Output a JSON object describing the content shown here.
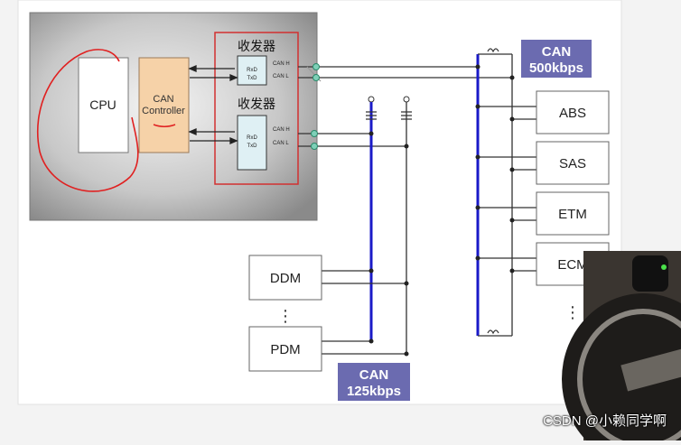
{
  "ecu": {
    "cpu_label": "CPU",
    "controller_line1": "CAN",
    "controller_line2": "Controller"
  },
  "transceivers": [
    {
      "title": "收发器",
      "rxd": "RxD",
      "txd": "TxD",
      "can_h": "CAN H",
      "can_l": "CAN L"
    },
    {
      "title": "收发器",
      "rxd": "RxD",
      "txd": "TxD",
      "can_h": "CAN H",
      "can_l": "CAN L"
    }
  ],
  "bus_high": {
    "name": "CAN",
    "speed": "500kbps"
  },
  "bus_low": {
    "name": "CAN",
    "speed": "125kbps"
  },
  "nodes_high": [
    "ABS",
    "SAS",
    "ETM",
    "ECM"
  ],
  "nodes_low": [
    "DDM",
    "PDM"
  ],
  "ellipsis": "⋮",
  "watermark": "CSDN @小赖同学啊",
  "colors": {
    "bus_blue": "#1a1ac8",
    "transceiver_border": "#d23030",
    "controller_fill": "#f6d2a8",
    "annotation_red": "#e02020",
    "label_box": "#6b6bb0"
  }
}
